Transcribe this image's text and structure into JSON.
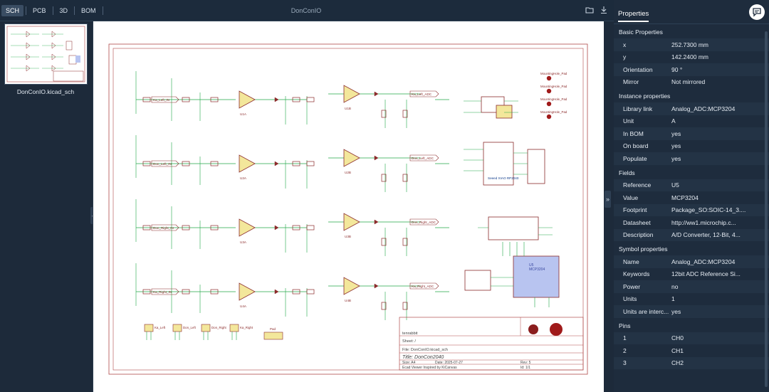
{
  "tabs": [
    {
      "label": "SCH",
      "active": true
    },
    {
      "label": "PCB",
      "active": false
    },
    {
      "label": "3D",
      "active": false
    },
    {
      "label": "BOM",
      "active": false
    }
  ],
  "app_title": "DonConIO",
  "file": {
    "label": "DonConIO.kicad_sch"
  },
  "properties": {
    "title": "Properties",
    "basic": {
      "heading": "Basic Properties",
      "rows": [
        {
          "k": "x",
          "v": "252.7300 mm"
        },
        {
          "k": "y",
          "v": "142.2400 mm"
        },
        {
          "k": "Orientation",
          "v": "90 °"
        },
        {
          "k": "Mirror",
          "v": "Not mirrored"
        }
      ]
    },
    "instance": {
      "heading": "Instance properties",
      "rows": [
        {
          "k": "Library link",
          "v": "Analog_ADC:MCP3204"
        },
        {
          "k": "Unit",
          "v": "A"
        },
        {
          "k": "In BOM",
          "v": "yes"
        },
        {
          "k": "On board",
          "v": "yes"
        },
        {
          "k": "Populate",
          "v": "yes"
        }
      ]
    },
    "fields": {
      "heading": "Fields",
      "rows": [
        {
          "k": "Reference",
          "v": "U5"
        },
        {
          "k": "Value",
          "v": "MCP3204"
        },
        {
          "k": "Footprint",
          "v": "Package_SO:SOIC-14_3...."
        },
        {
          "k": "Datasheet",
          "v": "http://ww1.microchip.c..."
        },
        {
          "k": "Description",
          "v": "A/D Converter, 12-Bit, 4..."
        }
      ]
    },
    "symbol": {
      "heading": "Symbol properties",
      "rows": [
        {
          "k": "Name",
          "v": "Analog_ADC:MCP3204"
        },
        {
          "k": "Keywords",
          "v": "12bit ADC Reference Si..."
        },
        {
          "k": "Power",
          "v": "no"
        },
        {
          "k": "Units",
          "v": "1"
        },
        {
          "k": "Units are interc...",
          "v": "yes"
        }
      ]
    },
    "pins": {
      "heading": "Pins",
      "rows": [
        {
          "k": "1",
          "v": "CH0"
        },
        {
          "k": "2",
          "v": "CH1"
        },
        {
          "k": "3",
          "v": "CH2"
        }
      ]
    }
  },
  "schematic": {
    "rows": [
      {
        "label_in": "Ka_Left_IN",
        "label_out": "Ka_Left_ADC",
        "opamp1": "U1A",
        "opamp2": "U1B"
      },
      {
        "label_in": "Don_Left_IN",
        "label_out": "Don_Left_ADC",
        "opamp1": "U2A",
        "opamp2": "U2B"
      },
      {
        "label_in": "Don_Right_IN",
        "label_out": "Don_Right_ADC",
        "opamp1": "U3A",
        "opamp2": "U3B"
      },
      {
        "label_in": "Ka_Right_IN",
        "label_out": "Ka_Right_ADC",
        "opamp1": "U4A",
        "opamp2": "U4B"
      }
    ],
    "title_block": {
      "company": "tenrabbit",
      "sheet": "Sheet: /",
      "file": "File: DonConIO.kicad_sch",
      "title": "Title: DonCon2040",
      "size": "Size: A4",
      "date": "Date: 2025-07-27",
      "rev": "Rev: 5",
      "tool": "Ecad Viewer Inspired by KiCanvas",
      "id": "Id: 1/1"
    },
    "mounting": [
      "MountingHole_Pad",
      "MountingHole_Pad",
      "MountingHole_Pad",
      "MountingHole_Pad"
    ],
    "pico_label": "Seeed XIAO RP2040",
    "adc": {
      "ref": "U5",
      "value": "MCP3204"
    },
    "connectors": [
      "Ka_Left",
      "Don_Left",
      "Don_Right",
      "Ka_Right"
    ],
    "pad_label": "Pad"
  },
  "colors": {
    "wire": "#22a84a",
    "symbol": "#8b2b2b",
    "border": "#b04a4a",
    "highlight": "#b8c4f0"
  }
}
